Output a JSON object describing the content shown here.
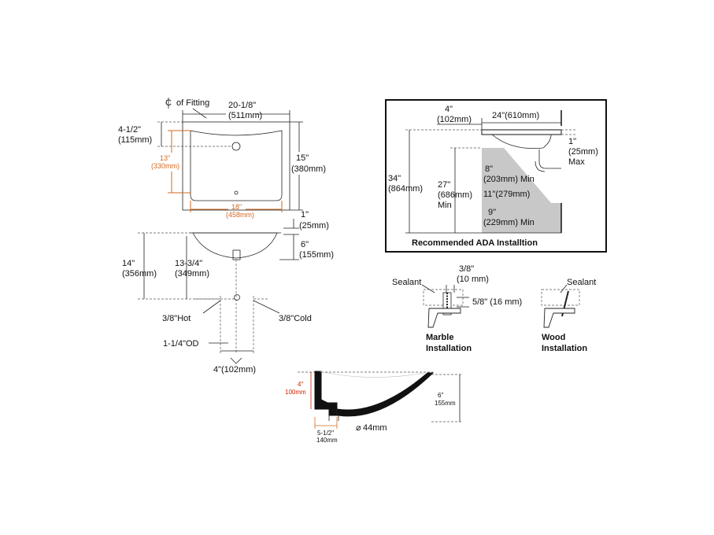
{
  "top_view": {
    "cl_fitting": "of Fitting",
    "width_in": "20-1/8\"",
    "width_mm": "(511mm)",
    "offset_in": "4-1/2\"",
    "offset_mm": "(115mm)",
    "inner_h_in": "13\"",
    "inner_h_mm": "(330mm)",
    "outer_h_in": "15\"",
    "outer_h_mm": "(380mm)",
    "inner_w_in": "18\"",
    "inner_w_mm": "(458mm)"
  },
  "side_view": {
    "rim_in": "1\"",
    "rim_mm": "(25mm)",
    "depth_in": "6\"",
    "depth_mm": "(155mm)",
    "total_in": "14\"",
    "total_mm": "(356mm)",
    "drain_in": "13-3/4\"",
    "drain_mm": "(349mm)",
    "hot": "3/8\"Hot",
    "cold": "3/8\"Cold",
    "od": "1-1/4\"OD",
    "spacing": "4\"(102mm)"
  },
  "ada": {
    "title": "Recommended ADA Installtion",
    "d4_in": "4\"",
    "d4_mm": "(102mm)",
    "d24": "24\"(610mm)",
    "d1_in": "1\"",
    "d1_mm": "(25mm)",
    "d1_max": "Max",
    "d34_in": "34\"",
    "d34_mm": "(864mm)",
    "d27_in": "27\"",
    "d27_mm": "(686mm)",
    "d27_min": "Min",
    "d8_in": "8\"",
    "d8_mm": "(203mm) Min",
    "d11": "11\"(279mm)",
    "d9_in": "9\"",
    "d9_mm": "(229mm) Min"
  },
  "marble": {
    "sealant": "Sealant",
    "d38_in": "3/8\"",
    "d38_mm": "(10 mm)",
    "d58": "5/8\" (16 mm)",
    "label1": "Marble",
    "label2": "Installation"
  },
  "wood": {
    "sealant": "Sealant",
    "label1": "Wood",
    "label2": "Installation"
  },
  "section": {
    "depth_in": "4\"",
    "depth_mm": "100mm",
    "right_in": "6\"",
    "right_mm": "155mm",
    "drain_dia": "44mm",
    "bottom_in": "5-1/2\"",
    "bottom_mm": "140mm"
  },
  "colors": {
    "accent_orange": "#d2691e",
    "accent_red": "#cc2200",
    "cabinet_gray": "#c8c8c8"
  }
}
